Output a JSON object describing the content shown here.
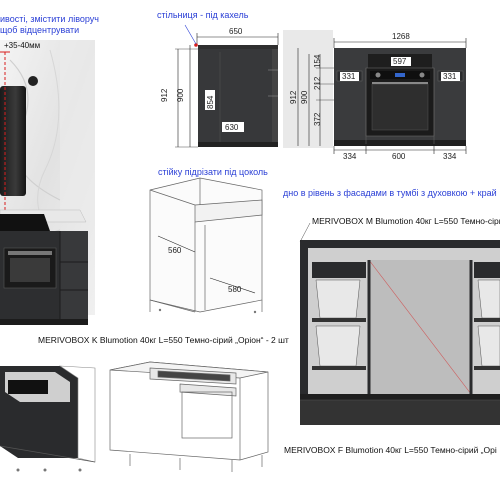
{
  "notes": {
    "top_left_1": "ивості, змістити ліворуч",
    "top_left_2": "щоб відцентрувати",
    "gap": "+35-40мм",
    "countertop": "стільниця - під кахель",
    "legs": "стійку підрізати під цоколь",
    "facade": "дно в рівень з фасадами в тумбі з духовкою + край"
  },
  "captions": {
    "drawer_m": "MERIVOBOX M Blumotion 40кг L=550 Темно-сірий „Орі",
    "drawer_k": "MERIVOBOX K Blumotion 40кг L=550 Темно-сірий „Оріон“ - 2 шт",
    "drawer_f": "MERIVOBOX F Blumotion 40кг L=550 Темно-сірий „Орі"
  },
  "dims_front": {
    "width": "650",
    "height_outer": "912",
    "height_inner": "900",
    "panel_tall": "854",
    "panel_low": "630"
  },
  "dims_oven": {
    "width": "1268",
    "height_outer": "912",
    "height_inner": "900",
    "h_top": "154",
    "h_mid": "212",
    "h_low": "372",
    "top_center": "597",
    "side_left": "331",
    "side_right": "331",
    "bottom_left": "334",
    "bottom_center": "600",
    "bottom_right": "334"
  },
  "dims_carcass": {
    "depth": "560",
    "inner_depth": "580"
  },
  "colors": {
    "annotation": "#2a3fd6",
    "cabinet": "#3a3b3d",
    "dimension": "#222222",
    "marker": "#d81e1e"
  }
}
